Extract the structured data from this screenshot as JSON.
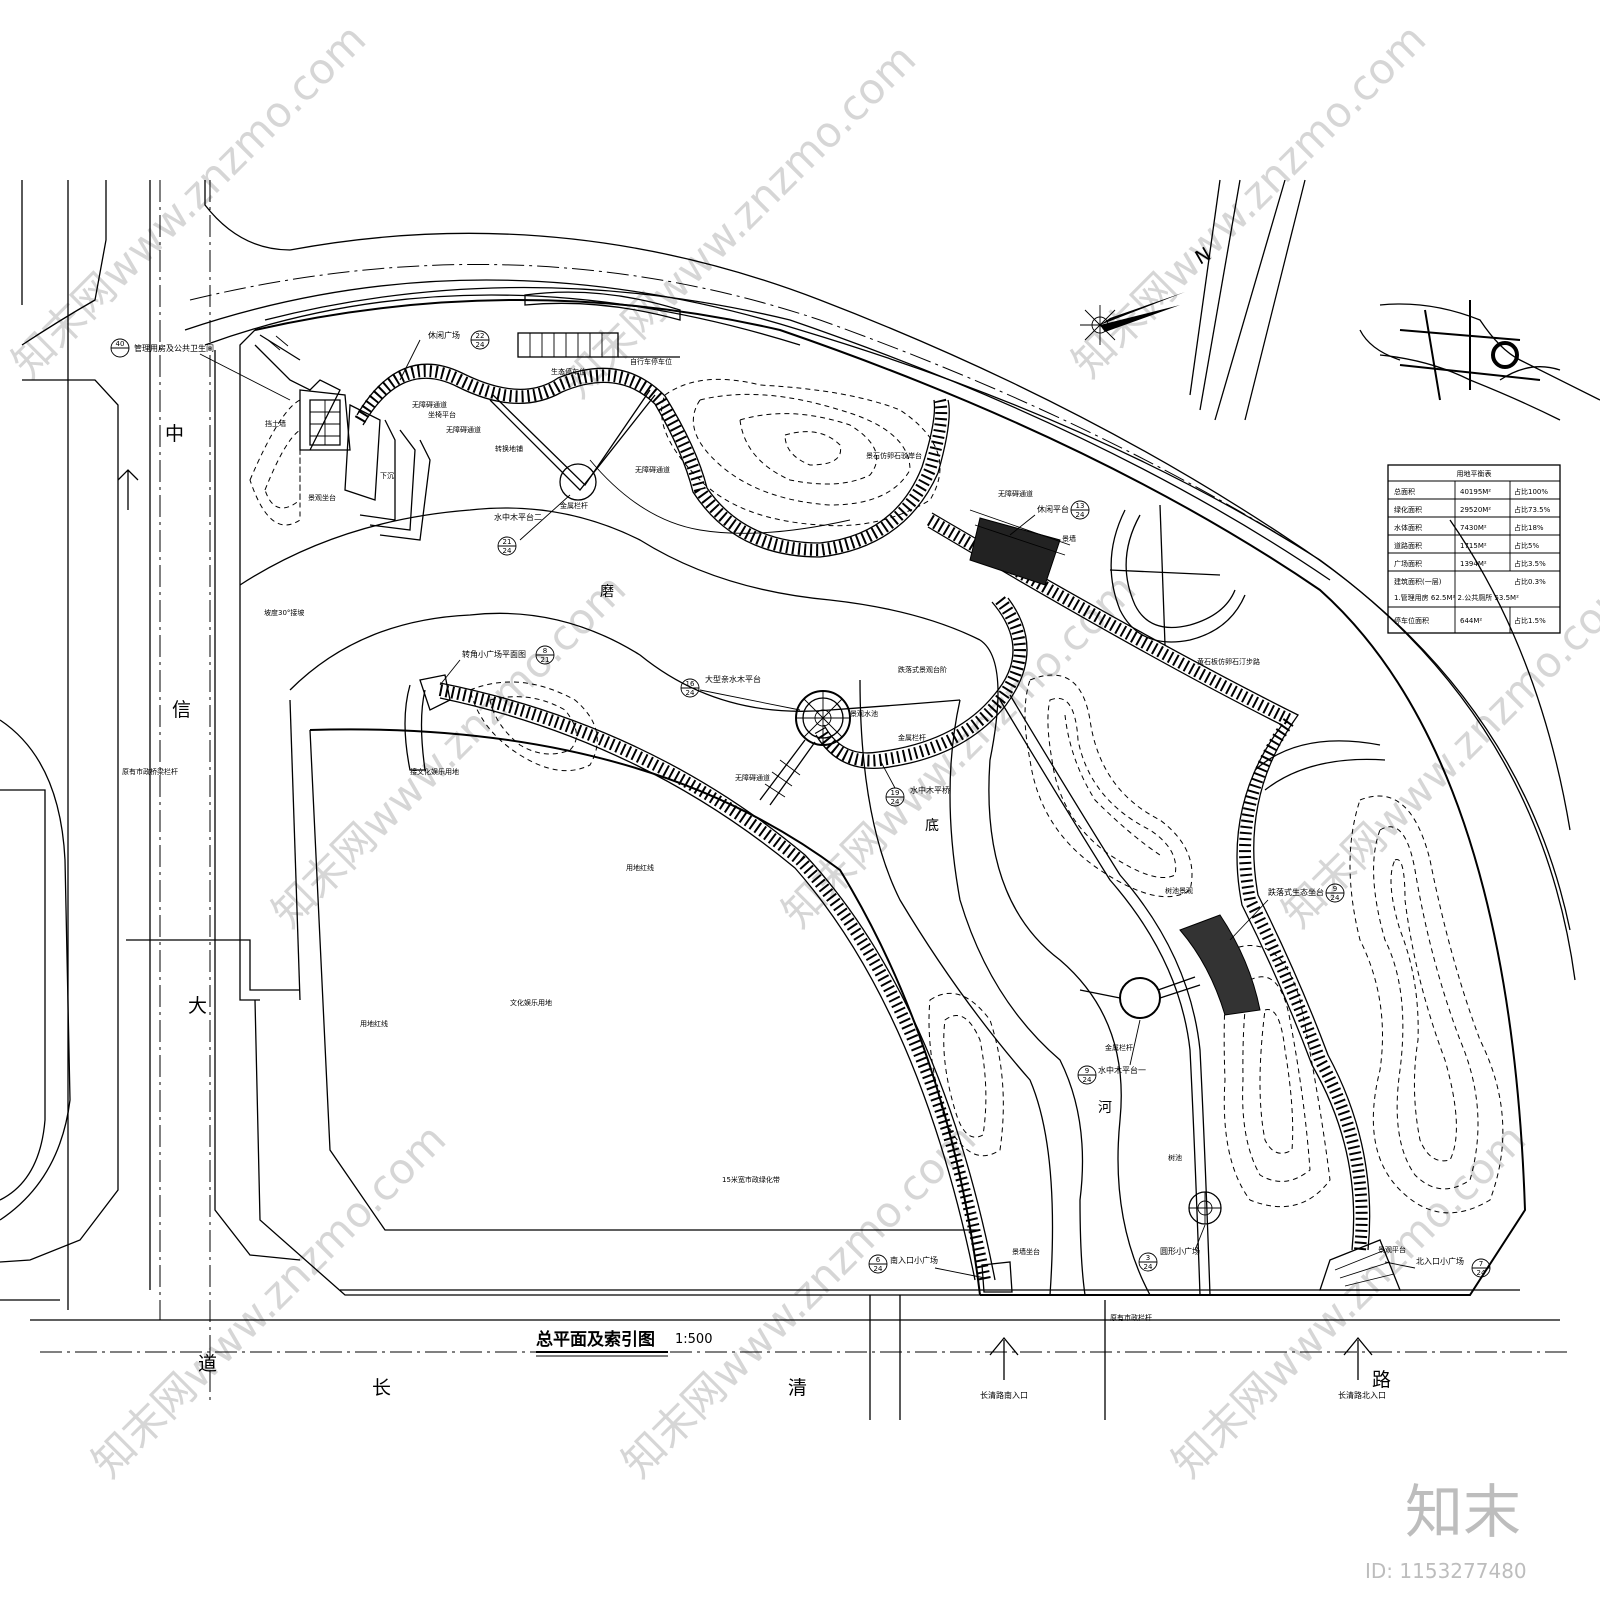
{
  "title": "总平面及索引图",
  "scale": "1:500",
  "north": "N",
  "roads": {
    "west": [
      "中",
      "信",
      "大",
      "道"
    ],
    "south": [
      "长",
      "清",
      "路"
    ],
    "river": [
      "磨",
      "底",
      "河"
    ]
  },
  "gates": {
    "south": "长清路南入口",
    "north": "长清路北入口"
  },
  "index_labels": [
    {
      "text": "管理用房及公共卫生间",
      "num": "40",
      "sheet": ""
    },
    {
      "text": "休闲广场",
      "num": "22",
      "sheet": "24"
    },
    {
      "text": "水中木平台二",
      "num": "21",
      "sheet": "24"
    },
    {
      "text": "休闲平台",
      "num": "13",
      "sheet": "24"
    },
    {
      "text": "转角小广场平面图",
      "num": "8",
      "sheet": "21"
    },
    {
      "text": "大型亲水木平台",
      "num": "16",
      "sheet": "24"
    },
    {
      "text": "水中木平桥",
      "num": "19",
      "sheet": "24"
    },
    {
      "text": "跌落式生态坐台",
      "num": "9",
      "sheet": "24"
    },
    {
      "text": "水中木平台一",
      "num": "9",
      "sheet": "24"
    },
    {
      "text": "南入口小广场",
      "num": "6",
      "sheet": "24"
    },
    {
      "text": "圆形小广场",
      "num": "3",
      "sheet": "24"
    },
    {
      "text": "北入口小广场",
      "num": "7",
      "sheet": "24"
    }
  ],
  "small_labels": [
    "挡土墙",
    "下沉",
    "无障碍通道",
    "景观坐台",
    "无障碍通道",
    "坐椅平台",
    "生态停车位",
    "自行车停车位",
    "转换地铺",
    "金属栏杆",
    "无障碍通道",
    "景石仿卵石驳岸台",
    "无障碍通道",
    "景墙",
    "黄石板仿卵石汀步路",
    "跌落式景观台阶",
    "坡度30°接坡",
    "景观水池",
    "金属栏杆",
    "无障碍通道",
    "用地红线",
    "接文化娱乐用地",
    "原有市政桥梁栏杆",
    "树池景观",
    "金属栏杆",
    "用地红线",
    "树池",
    "15米宽市政绿化带",
    "景墙坐台",
    "景观平台",
    "原有市政栏杆"
  ],
  "zones": {
    "culture": "文化娱乐用地"
  },
  "table": {
    "title": "用地平衡表",
    "rows": [
      {
        "name": "总面积",
        "value": "40195M²",
        "ratio": "占比100%"
      },
      {
        "name": "绿化面积",
        "value": "29520M²",
        "ratio": "占比73.5%"
      },
      {
        "name": "水体面积",
        "value": "7430M²",
        "ratio": "占比18%"
      },
      {
        "name": "道路面积",
        "value": "1715M²",
        "ratio": "占比5%"
      },
      {
        "name": "广场面积",
        "value": "1394M²",
        "ratio": "占比3.5%"
      },
      {
        "name": "建筑面积(一层)",
        "value": "",
        "ratio": "占比0.3%"
      },
      {
        "name": "",
        "value": "1.管理用房 62.5M²  2.公共厕所 53.5M²",
        "ratio": ""
      },
      {
        "name": "停车位面积",
        "value": "644M²",
        "ratio": "占比1.5%"
      }
    ]
  },
  "watermarks": {
    "site": "知末网www.znzmo.com",
    "logo": "知末",
    "id": "ID: 1153277480"
  }
}
